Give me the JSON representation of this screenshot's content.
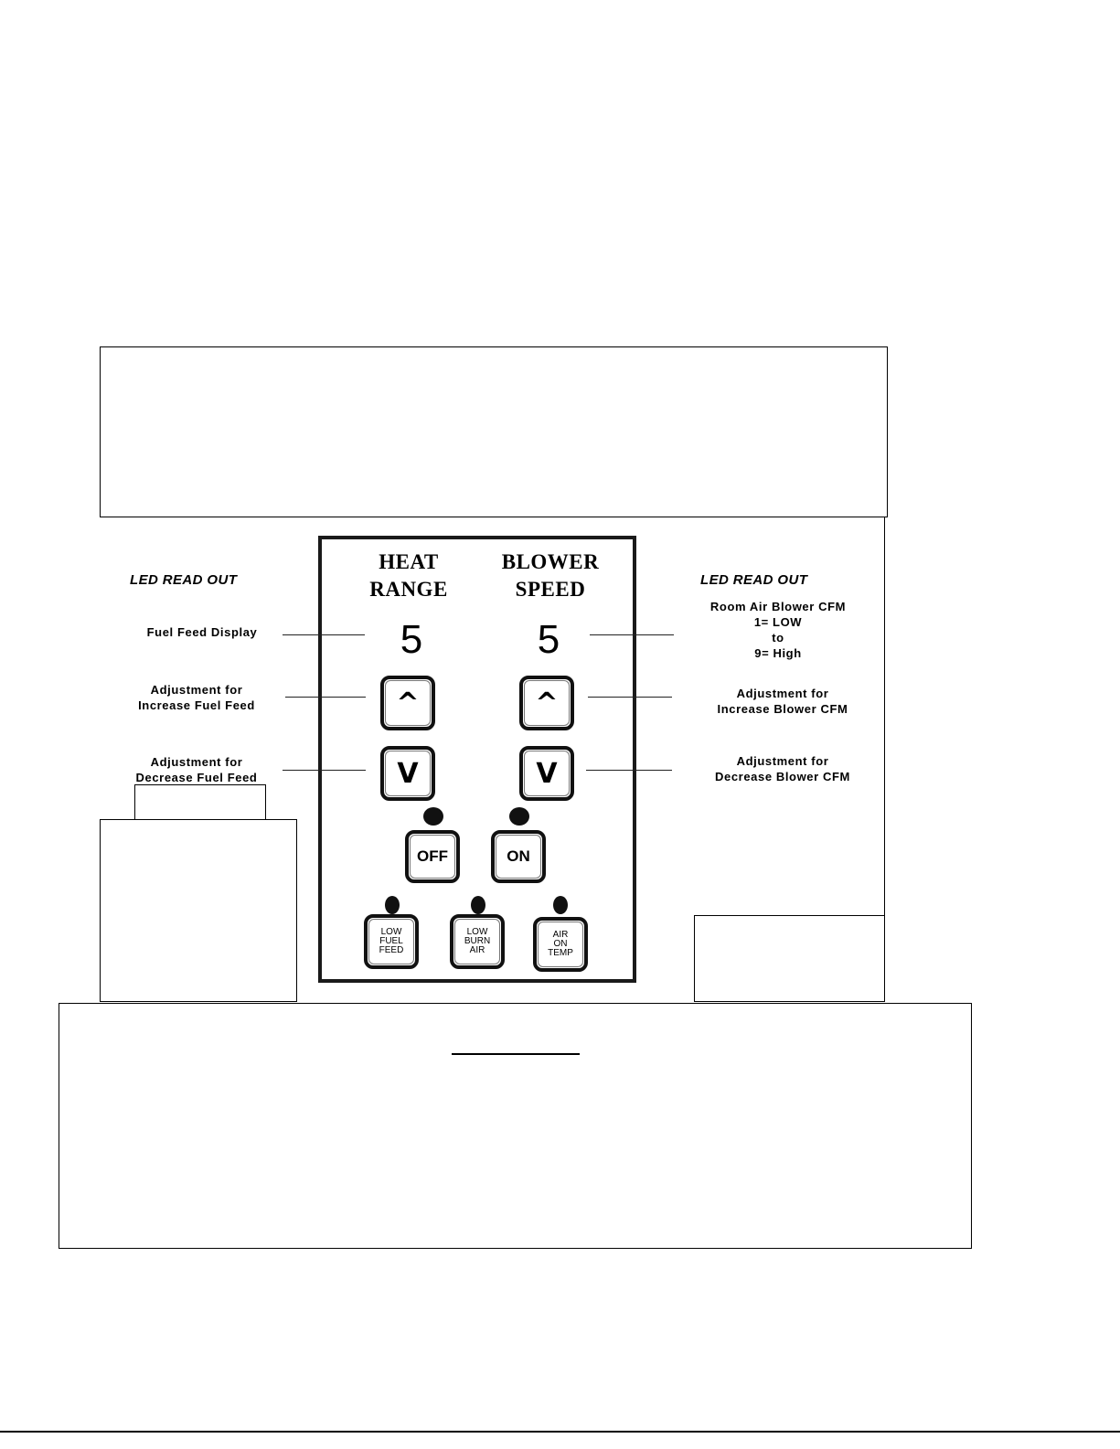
{
  "panel": {
    "heat_header": [
      "HEAT",
      "RANGE"
    ],
    "blower_header": [
      "BLOWER",
      "SPEED"
    ],
    "heat_display": "5",
    "blower_display": "5",
    "up_glyph": "^",
    "down_glyph": "V",
    "off_label": "OFF",
    "on_label": "ON",
    "low_fuel_feed": [
      "LOW",
      "FUEL",
      "FEED"
    ],
    "low_burn_air": [
      "LOW",
      "BURN",
      "AIR"
    ],
    "air_on_temp": [
      "AIR",
      "ON",
      "TEMP"
    ]
  },
  "left_callouts": {
    "led_read_out": "LED READ OUT",
    "fuel_feed_display": "Fuel Feed Display",
    "increase": [
      "Adjustment for",
      "Increase Fuel Feed"
    ],
    "decrease": [
      "Adjustment for",
      "Decrease Fuel Feed"
    ]
  },
  "right_callouts": {
    "led_read_out": "LED READ OUT",
    "blower_info": [
      "Room Air Blower CFM",
      "1= LOW",
      "to",
      "9= High"
    ],
    "increase": [
      "Adjustment for",
      "Increase Blower CFM"
    ],
    "decrease": [
      "Adjustment for",
      "Decrease Blower CFM"
    ]
  }
}
